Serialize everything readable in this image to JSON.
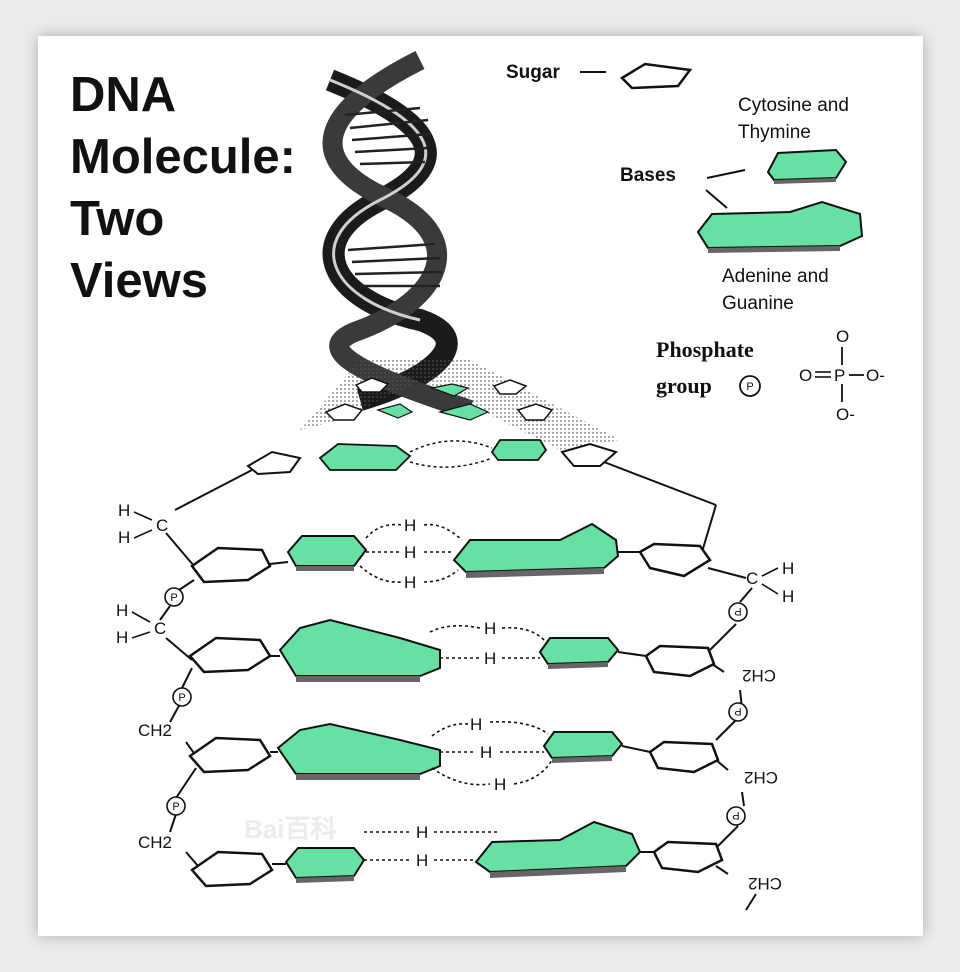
{
  "title_lines": [
    "DNA",
    "Molecule:",
    "Two",
    "Views"
  ],
  "legend": {
    "sugar": "Sugar",
    "bases": "Bases",
    "cytosine_line1": "Cytosine and",
    "cytosine_line2": "Thymine",
    "adenine_line1": "Adenine and",
    "adenine_line2": "Guanine",
    "phosphate_line1": "Phosphate",
    "phosphate_line2": "group",
    "p_symbol": "P",
    "o": "O",
    "o_minus": "O-"
  },
  "atoms": {
    "h": "H",
    "c": "C",
    "ch2": "CH2",
    "p": "P"
  },
  "watermark": "Bai百科",
  "colors": {
    "base_fill": "#66e0a3",
    "outline": "#111111",
    "card_bg": "#ffffff",
    "page_bg": "#ececec"
  }
}
